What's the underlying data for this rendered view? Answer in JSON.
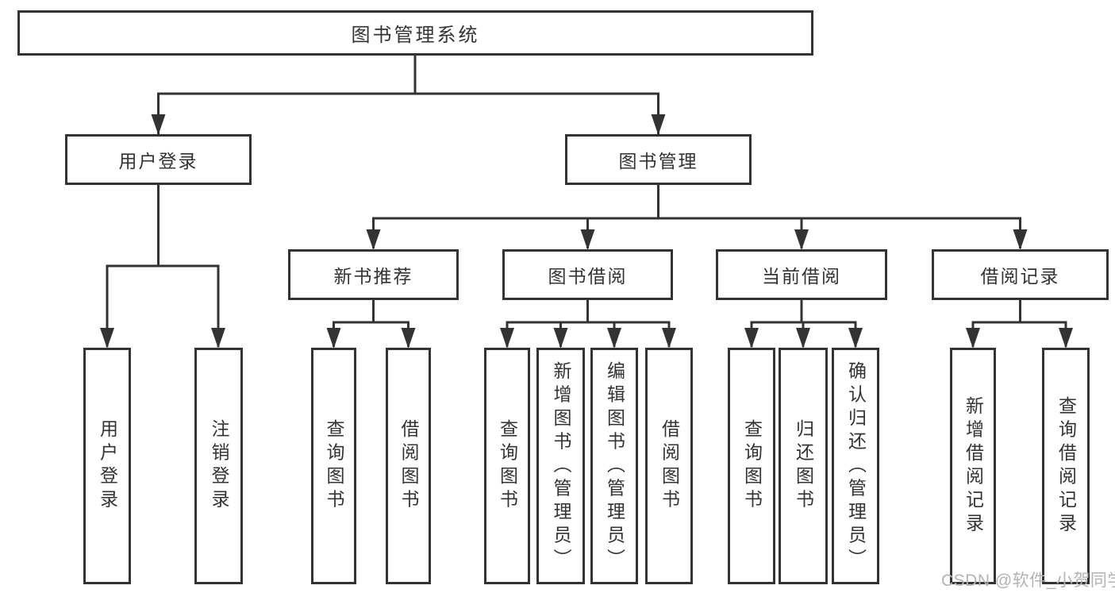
{
  "diagram_title": "图书管理系统",
  "tree": {
    "root_label": "图书管理系统",
    "login": {
      "label": "用户登录",
      "children": [
        "用户登录",
        "注销登录"
      ]
    },
    "mgmt": {
      "label": "图书管理",
      "sections": [
        {
          "label": "新书推荐",
          "children": [
            "查询图书",
            "借阅图书"
          ]
        },
        {
          "label": "图书借阅",
          "children": [
            "查询图书",
            "新增图书（管理员）",
            "编辑图书（管理员）",
            "借阅图书"
          ]
        },
        {
          "label": "当前借阅",
          "children": [
            "查询图书",
            "归还图书",
            "确认归还（管理员）"
          ]
        },
        {
          "label": "借阅记录",
          "children": [
            "新增借阅记录",
            "查询借阅记录"
          ]
        }
      ]
    }
  },
  "watermark": {
    "text": "CSDN @软件_小贺同学"
  },
  "colors": {
    "line": "#333333",
    "text": "#333333",
    "box_background": "#ffffff",
    "watermark": "#b3b3b3",
    "page_background": "#ffffff"
  }
}
